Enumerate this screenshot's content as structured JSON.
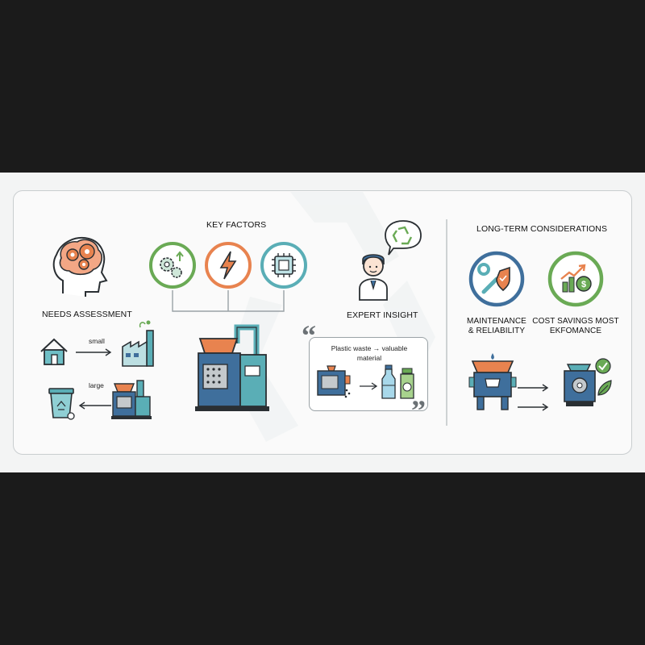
{
  "sections": {
    "needs_assessment": {
      "title": "NEEDS ASSESSMENT",
      "small_label": "small",
      "large_label": "large",
      "icons": [
        "brain-gears-icon",
        "house-icon",
        "factory-icon",
        "recycle-bin-icon",
        "shredder-machine-icon"
      ]
    },
    "key_factors": {
      "title": "KEY FACTORS",
      "icons": [
        "gears-icon",
        "lightning-icon",
        "chip-icon"
      ]
    },
    "expert_insight": {
      "title": "EXPERT INSIGHT",
      "quote": "Plastic waste → valuable material",
      "icons": [
        "expert-person-icon",
        "recycle-speech-icon",
        "bottle-icon",
        "jar-icon"
      ]
    },
    "long_term": {
      "title": "LONG-TERM CONSIDERATIONS",
      "items": [
        {
          "label": "MAINTENANCE & RELIABILITY",
          "icon": "wrench-shield-icon"
        },
        {
          "label": "COST SAVINGS MOST EKFOMANCE",
          "icon": "chart-coins-icon"
        }
      ]
    }
  },
  "colors": {
    "green": "#6aaa55",
    "orange": "#e8834f",
    "teal": "#5aaeb6",
    "blue": "#3f6f9c",
    "outline": "#2a2f33"
  }
}
